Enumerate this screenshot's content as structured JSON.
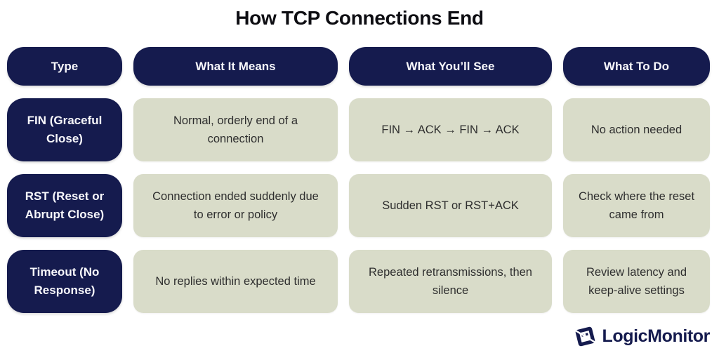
{
  "title": "How TCP Connections End",
  "table": {
    "headers": [
      "Type",
      "What It Means",
      "What You’ll See",
      "What To Do"
    ],
    "rows": [
      {
        "type": "FIN (Graceful Close)",
        "means": "Normal, orderly end of a connection",
        "see": "FIN → ACK → FIN → ACK",
        "do": "No action needed"
      },
      {
        "type": "RST (Reset or Abrupt Close)",
        "means": "Connection ended suddenly due to error or policy",
        "see": "Sudden RST or RST+ACK",
        "do": "Check where the reset came from"
      },
      {
        "type": "Timeout (No Response)",
        "means": "No replies within expected time",
        "see": "Repeated retransmissions, then silence",
        "do": "Review latency and keep-alive settings"
      }
    ]
  },
  "branding": {
    "logo_text": "LogicMonitor"
  },
  "colors": {
    "navy": "#151b4e",
    "beige": "#d9dcc9",
    "title": "#0d0d12",
    "body_text": "#2e2e2e",
    "white_text": "#f7f7fb"
  }
}
